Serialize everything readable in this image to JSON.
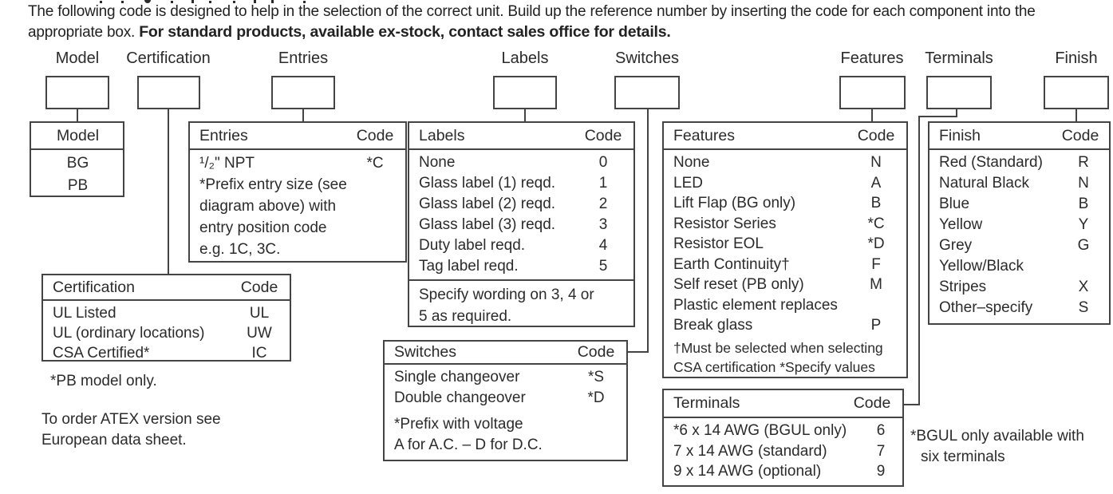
{
  "page": {
    "intro_line1": "The following code is designed to help in the selection of the correct unit. Build up the reference number by inserting the code for each component into the",
    "intro_line2_prefix": "appropriate box. ",
    "intro_line2_bold": "For standard products, available ex-stock, contact sales office for details."
  },
  "reference_builder": {
    "slots": [
      "Model",
      "Certification",
      "Entries",
      "Labels",
      "Switches",
      "Features",
      "Terminals",
      "Finish"
    ]
  },
  "tables": {
    "model": {
      "title": "Model",
      "rows": [
        "BG",
        "PB"
      ]
    },
    "certification": {
      "title": "Certification",
      "code_header": "Code",
      "rows": [
        {
          "label": "UL Listed",
          "code": "UL"
        },
        {
          "label": "UL (ordinary locations)",
          "code": "UW"
        },
        {
          "label": "CSA Certified*",
          "code": "IC"
        }
      ],
      "note1": "*PB model only.",
      "note2_line1": "To order ATEX version see",
      "note2_line2": "European data sheet."
    },
    "entries": {
      "title": "Entries",
      "code_header": "Code",
      "rows": [
        {
          "label": "¹/₂\" NPT",
          "code": "*C"
        }
      ],
      "notes": [
        "*Prefix entry size (see",
        "diagram above) with",
        "entry position code",
        "e.g. 1C, 3C."
      ]
    },
    "labels": {
      "title": "Labels",
      "code_header": "Code",
      "rows": [
        {
          "label": "None",
          "code": "0"
        },
        {
          "label": "Glass label (1) reqd.",
          "code": "1"
        },
        {
          "label": "Glass label (2) reqd.",
          "code": "2"
        },
        {
          "label": "Glass label (3) reqd.",
          "code": "3"
        },
        {
          "label": "Duty label reqd.",
          "code": "4"
        },
        {
          "label": "Tag label reqd.",
          "code": "5"
        }
      ],
      "footer": [
        "Specify wording on 3, 4 or",
        "5 as required."
      ]
    },
    "switches": {
      "title": "Switches",
      "code_header": "Code",
      "rows": [
        {
          "label": "Single changeover",
          "code": "*S"
        },
        {
          "label": "Double changeover",
          "code": "*D"
        }
      ],
      "notes": [
        "*Prefix with voltage",
        "A for A.C. – D for D.C."
      ]
    },
    "features": {
      "title": "Features",
      "code_header": "Code",
      "rows": [
        {
          "label": "None",
          "code": "N"
        },
        {
          "label": "LED",
          "code": "A"
        },
        {
          "label": "Lift Flap (BG only)",
          "code": "B"
        },
        {
          "label": "Resistor Series",
          "code": "*C"
        },
        {
          "label": "Resistor EOL",
          "code": "*D"
        },
        {
          "label": "Earth Continuity†",
          "code": "F"
        },
        {
          "label": "Self reset (PB only)",
          "code": "M"
        },
        {
          "label": "Plastic element replaces",
          "code": ""
        },
        {
          "label": "Break glass",
          "code": "P"
        }
      ],
      "notes": [
        "†Must be selected when selecting",
        "CSA certification *Specify values"
      ]
    },
    "terminals": {
      "title": "Terminals",
      "code_header": "Code",
      "rows": [
        {
          "label": "*6 x 14 AWG (BGUL only)",
          "code": "6"
        },
        {
          "label": "7 x 14 AWG (standard)",
          "code": "7"
        },
        {
          "label": "9 x 14 AWG (optional)",
          "code": "9"
        }
      ],
      "side_note_line1": "*BGUL only available with",
      "side_note_line2": "six terminals"
    },
    "finish": {
      "title": "Finish",
      "code_header": "Code",
      "rows": [
        {
          "label": "Red (Standard)",
          "code": "R"
        },
        {
          "label": "Natural Black",
          "code": "N"
        },
        {
          "label": "Blue",
          "code": "B"
        },
        {
          "label": "Yellow",
          "code": "Y"
        },
        {
          "label": "Grey",
          "code": "G"
        },
        {
          "label": "Yellow/Black",
          "code": ""
        },
        {
          "label": "Stripes",
          "code": "X"
        },
        {
          "label": "Other–specify",
          "code": "S"
        }
      ]
    }
  }
}
